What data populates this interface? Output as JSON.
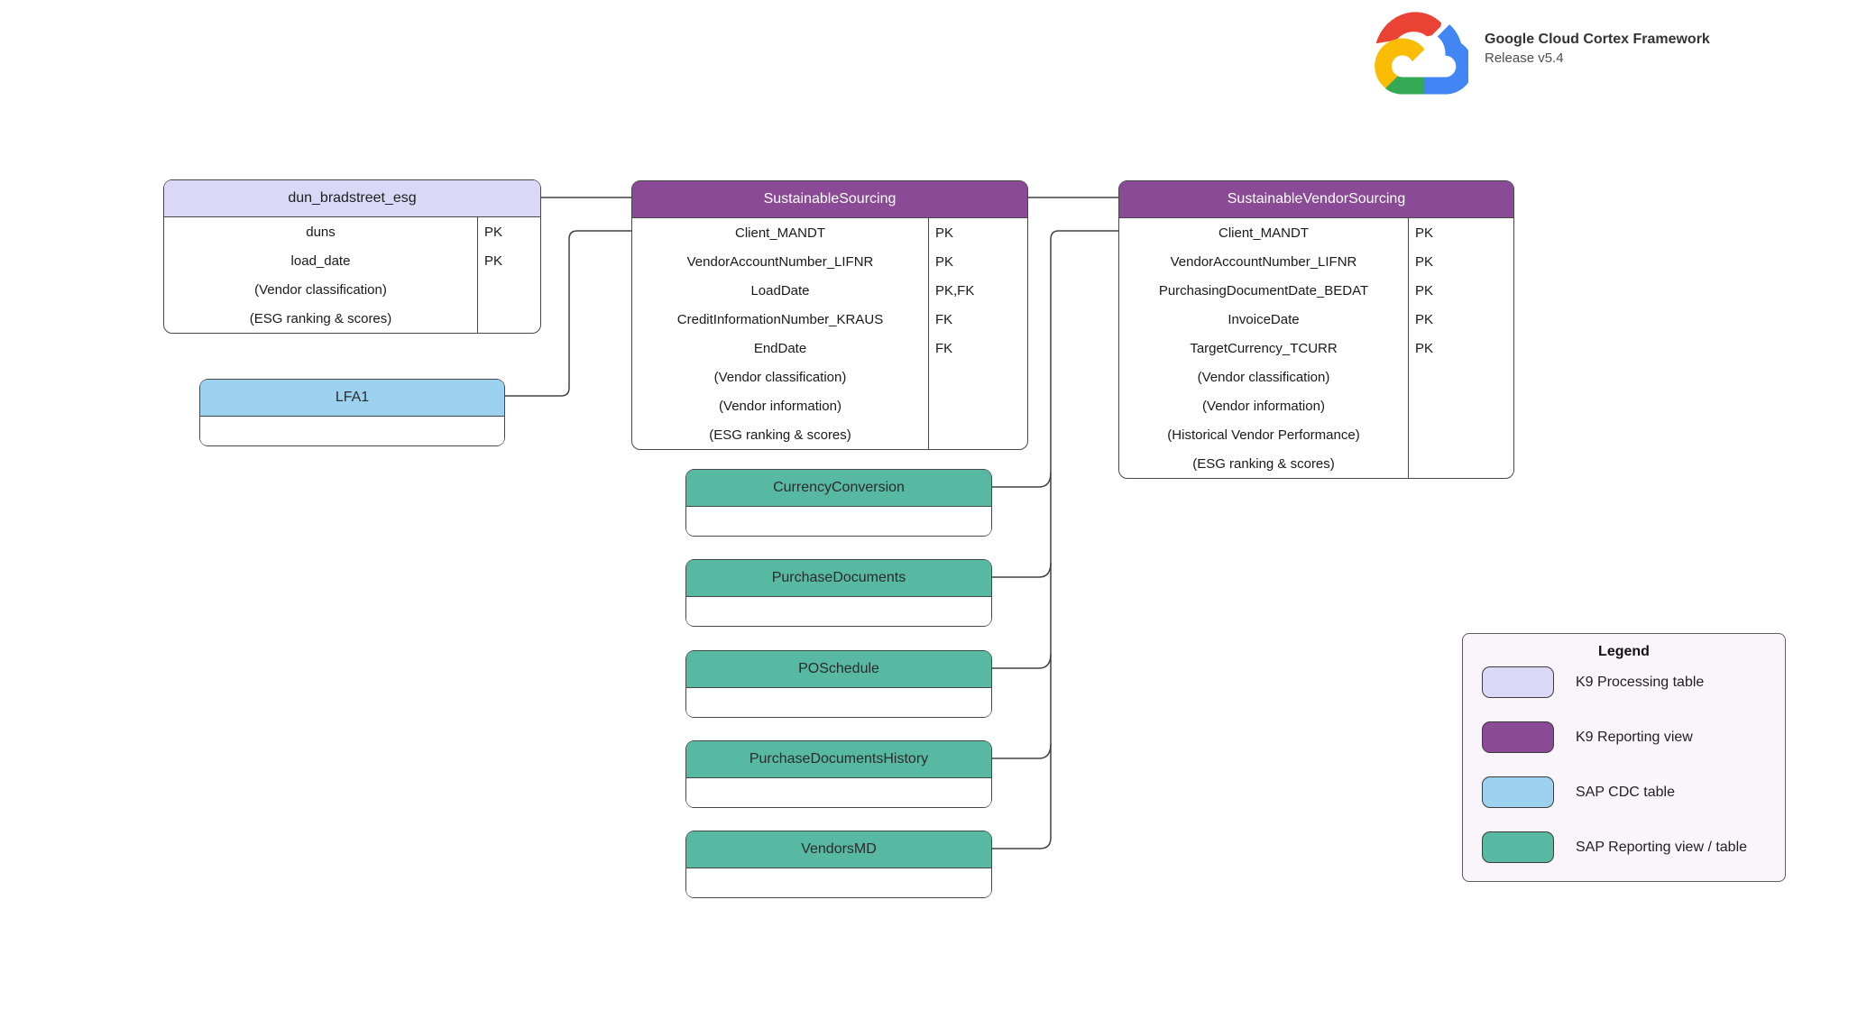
{
  "brand": {
    "logo": "google-cloud-logo",
    "title": "Google Cloud Cortex Framework",
    "subtitle": "Release v5.4"
  },
  "colors": {
    "k9_processing": "#dbd8f7",
    "k9_reporting": "#8a4a96",
    "sap_cdc": "#9cd2f0",
    "sap_reporting": "#57b9a2",
    "connector": "#424242"
  },
  "tables": [
    {
      "title": "dun_bradstreet_esg",
      "type": "K9 Processing table",
      "rows": [
        {
          "name": "duns",
          "key": "PK"
        },
        {
          "name": "load_date",
          "key": "PK"
        },
        {
          "name": "(Vendor classification)",
          "key": ""
        },
        {
          "name": "(ESG ranking & scores)",
          "key": ""
        }
      ]
    },
    {
      "title": "SustainableSourcing",
      "type": "K9 Reporting view",
      "rows": [
        {
          "name": "Client_MANDT",
          "key": "PK"
        },
        {
          "name": "VendorAccountNumber_LIFNR",
          "key": "PK"
        },
        {
          "name": "LoadDate",
          "key": "PK,FK"
        },
        {
          "name": "CreditInformationNumber_KRAUS",
          "key": "FK"
        },
        {
          "name": "EndDate",
          "key": "FK"
        },
        {
          "name": "(Vendor classification)",
          "key": ""
        },
        {
          "name": "(Vendor information)",
          "key": ""
        },
        {
          "name": "(ESG ranking & scores)",
          "key": ""
        }
      ]
    },
    {
      "title": "SustainableVendorSourcing",
      "type": "K9 Reporting view",
      "rows": [
        {
          "name": "Client_MANDT",
          "key": "PK"
        },
        {
          "name": "VendorAccountNumber_LIFNR",
          "key": "PK"
        },
        {
          "name": "PurchasingDocumentDate_BEDAT",
          "key": "PK"
        },
        {
          "name": "InvoiceDate",
          "key": "PK"
        },
        {
          "name": "TargetCurrency_TCURR",
          "key": "PK"
        },
        {
          "name": "(Vendor classification)",
          "key": ""
        },
        {
          "name": "(Vendor information)",
          "key": ""
        },
        {
          "name": "(Historical Vendor Performance)",
          "key": ""
        },
        {
          "name": "(ESG ranking & scores)",
          "key": ""
        }
      ]
    },
    {
      "title": "LFA1",
      "type": "SAP CDC table",
      "rows": []
    },
    {
      "title": "CurrencyConversion",
      "type": "SAP Reporting view / table",
      "rows": []
    },
    {
      "title": "PurchaseDocuments",
      "type": "SAP Reporting view / table",
      "rows": []
    },
    {
      "title": "POSchedule",
      "type": "SAP Reporting view / table",
      "rows": []
    },
    {
      "title": "PurchaseDocumentsHistory",
      "type": "SAP Reporting view / table",
      "rows": []
    },
    {
      "title": "VendorsMD",
      "type": "SAP Reporting view / table",
      "rows": []
    }
  ],
  "connections": [
    {
      "from": "dun_bradstreet_esg",
      "to": "SustainableSourcing"
    },
    {
      "from": "LFA1",
      "to": "SustainableSourcing"
    },
    {
      "from": "SustainableSourcing",
      "to": "SustainableVendorSourcing"
    },
    {
      "from": "CurrencyConversion",
      "to": "SustainableVendorSourcing"
    },
    {
      "from": "PurchaseDocuments",
      "to": "SustainableVendorSourcing"
    },
    {
      "from": "POSchedule",
      "to": "SustainableVendorSourcing"
    },
    {
      "from": "PurchaseDocumentsHistory",
      "to": "SustainableVendorSourcing"
    },
    {
      "from": "VendorsMD",
      "to": "SustainableVendorSourcing"
    }
  ],
  "legend": {
    "title": "Legend",
    "items": [
      {
        "label": "K9 Processing table",
        "color_key": "k9_processing"
      },
      {
        "label": "K9 Reporting view",
        "color_key": "k9_reporting"
      },
      {
        "label": "SAP CDC table",
        "color_key": "sap_cdc"
      },
      {
        "label": "SAP Reporting view / table",
        "color_key": "sap_reporting"
      }
    ]
  }
}
